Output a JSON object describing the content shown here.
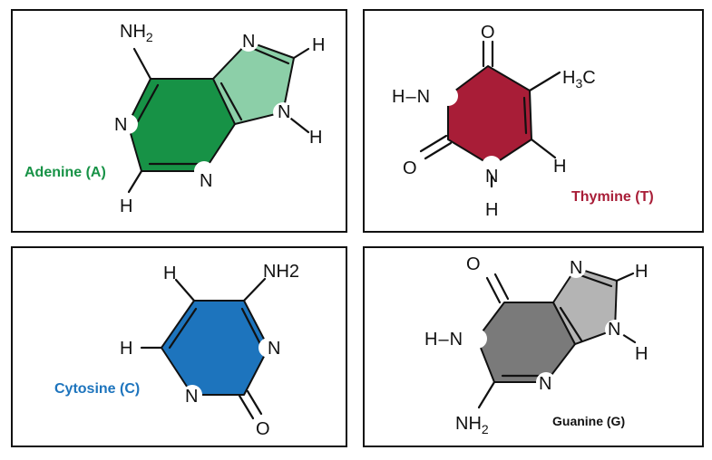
{
  "colors": {
    "adenine_six": "#179246",
    "adenine_five": "#8ccfa8",
    "thymine": "#a81d37",
    "cytosine": "#1d74bd",
    "guanine_six": "#7a7a7a",
    "guanine_five": "#b4b4b4"
  },
  "adenine": {
    "name": "Adenine (A)",
    "nh2_n": "NH",
    "nh2_sub": "2",
    "n_top": "N",
    "h_top": "H",
    "n_right": "N",
    "h_right": "H",
    "n_left": "N",
    "n_bottom": "N",
    "h_bottom": "H"
  },
  "thymine": {
    "name": "Thymine (T)",
    "o_top": "O",
    "ch3_h": "H",
    "ch3_sub": "3",
    "ch3_c": "C",
    "hn_h": "H",
    "hn_dash": "–",
    "hn_n": "N",
    "o_left": "O",
    "n_bottom": "N",
    "h_bottom": "H",
    "h_right": "H"
  },
  "cytosine": {
    "name": "Cytosine (C)",
    "h_top": "H",
    "nh2": "NH2",
    "h_left": "H",
    "n_right": "N",
    "n_bottom": "N",
    "o_bottom": "O"
  },
  "guanine": {
    "name": "Guanine (G)",
    "o_top": "O",
    "n_top": "N",
    "h_top": "H",
    "hn_h": "H",
    "hn_dash": "–",
    "hn_n": "N",
    "n_right": "N",
    "h_right": "H",
    "n_bottom": "N",
    "nh2_n": "NH",
    "nh2_sub": "2"
  }
}
